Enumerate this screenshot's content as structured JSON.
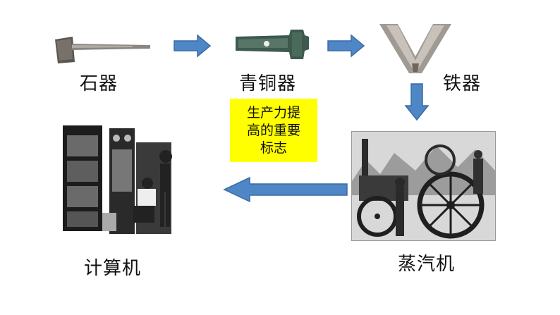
{
  "stages": {
    "stone": "石器",
    "bronze": "青铜器",
    "iron": "铁器",
    "steam": "蒸汽机",
    "computer": "计算机"
  },
  "callout": {
    "line1": "生产力提",
    "line2": "高的重要",
    "line3": "标志"
  },
  "colors": {
    "arrow_fill": "#4f87c6",
    "arrow_stroke": "#3a6aa3",
    "callout_bg": "#ffff00"
  }
}
